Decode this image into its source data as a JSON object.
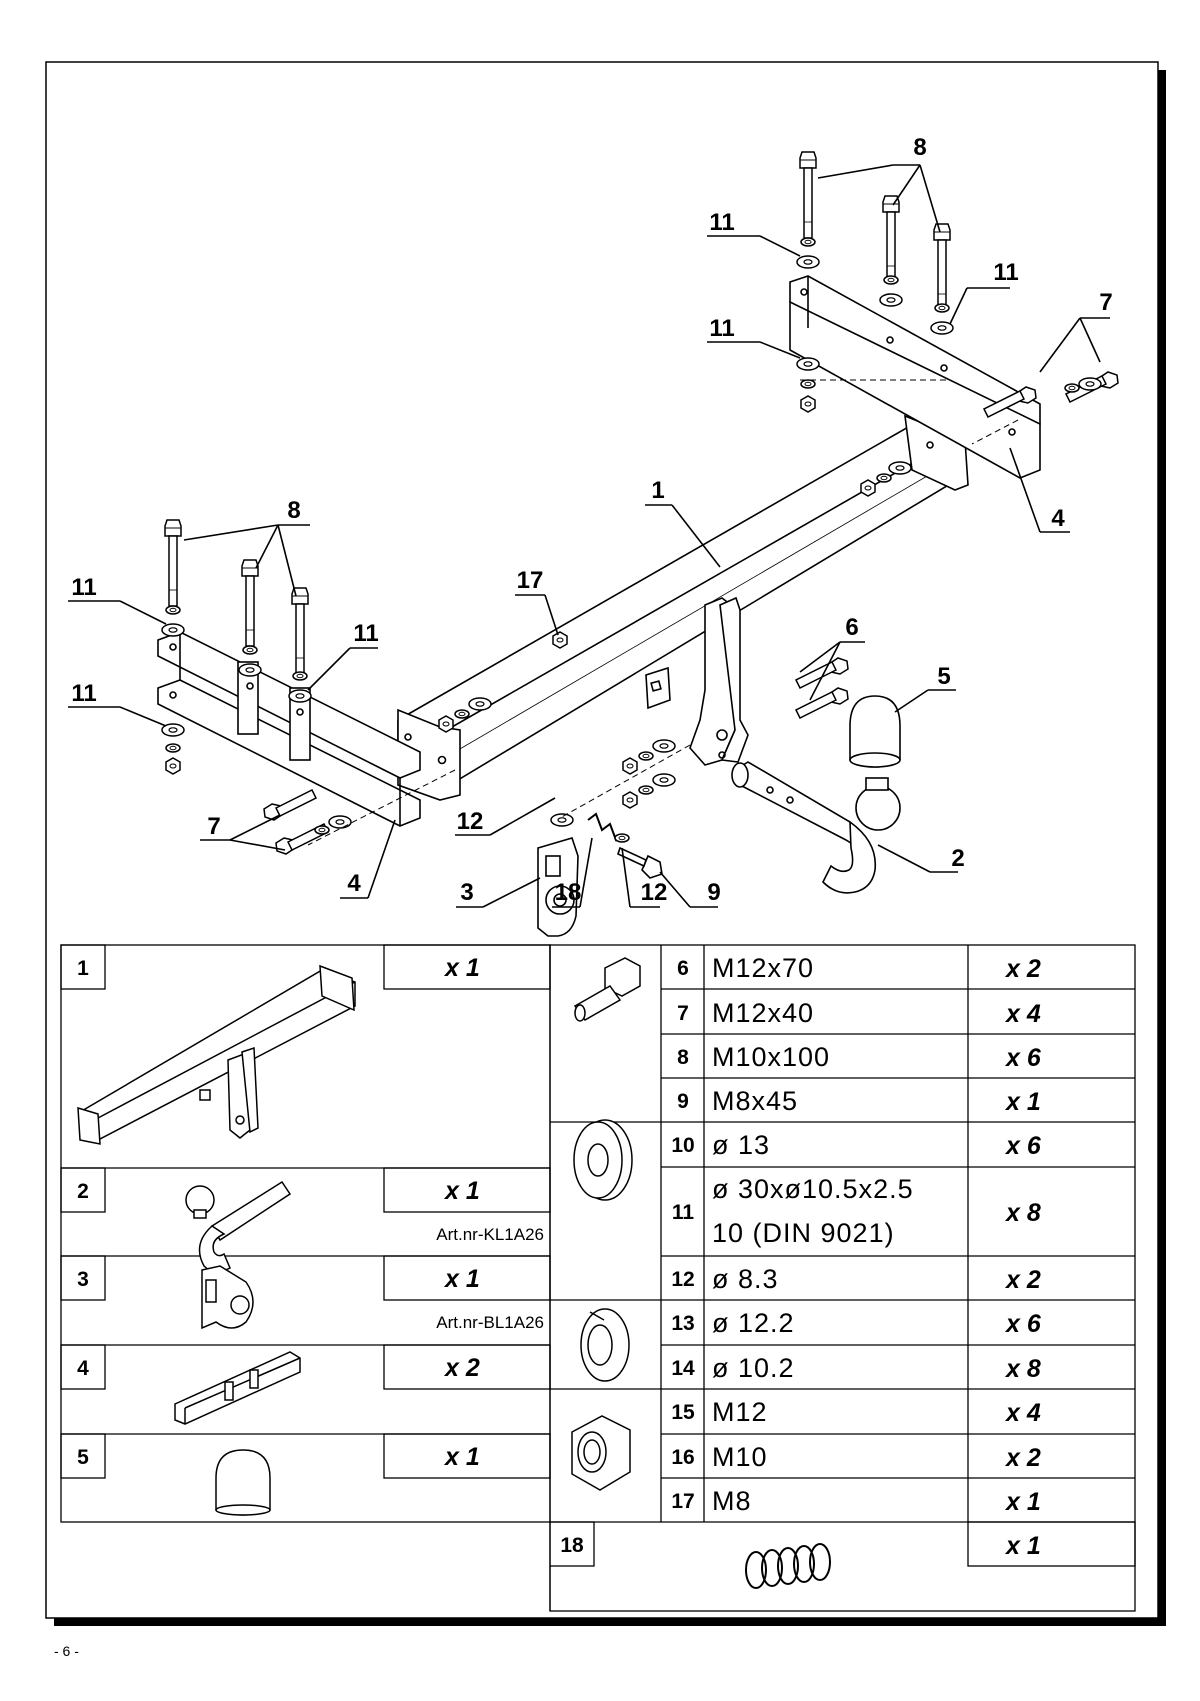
{
  "page_number": "- 6 -",
  "callouts": [
    {
      "id": "c8a",
      "label": "8"
    },
    {
      "id": "c11a",
      "label": "11"
    },
    {
      "id": "c11b",
      "label": "11"
    },
    {
      "id": "c7a",
      "label": "7"
    },
    {
      "id": "c11c",
      "label": "11"
    },
    {
      "id": "c4a",
      "label": "4"
    },
    {
      "id": "c1",
      "label": "1"
    },
    {
      "id": "c8b",
      "label": "8"
    },
    {
      "id": "c11d",
      "label": "11"
    },
    {
      "id": "c17",
      "label": "17"
    },
    {
      "id": "c11e",
      "label": "11"
    },
    {
      "id": "c6",
      "label": "6"
    },
    {
      "id": "c11f",
      "label": "11"
    },
    {
      "id": "c5",
      "label": "5"
    },
    {
      "id": "c7b",
      "label": "7"
    },
    {
      "id": "c12a",
      "label": "12"
    },
    {
      "id": "c2",
      "label": "2"
    },
    {
      "id": "c4b",
      "label": "4"
    },
    {
      "id": "c3",
      "label": "3"
    },
    {
      "id": "c18",
      "label": "18"
    },
    {
      "id": "c12b",
      "label": "12"
    },
    {
      "id": "c9",
      "label": "9"
    }
  ],
  "left_parts": [
    {
      "no": "1",
      "qty": "x 1",
      "art": ""
    },
    {
      "no": "2",
      "qty": "x 1",
      "art": "Art.nr-KL1A26"
    },
    {
      "no": "3",
      "qty": "x 1",
      "art": "Art.nr-BL1A26"
    },
    {
      "no": "4",
      "qty": "x 2",
      "art": ""
    },
    {
      "no": "5",
      "qty": "x 1",
      "art": ""
    }
  ],
  "hardware": [
    {
      "no": "6",
      "spec": "M12x70",
      "qty": "x 2"
    },
    {
      "no": "7",
      "spec": "M12x40",
      "qty": "x 4"
    },
    {
      "no": "8",
      "spec": "M10x100",
      "qty": "x 6"
    },
    {
      "no": "9",
      "spec": "M8x45",
      "qty": "x 1"
    },
    {
      "no": "10",
      "spec": "ø 13",
      "qty": "x 6"
    },
    {
      "no": "11",
      "spec": "ø 30xø10.5x2.5",
      "spec2": "10   (DIN 9021)",
      "qty": "x 8"
    },
    {
      "no": "12",
      "spec": "ø 8.3",
      "qty": "x 2"
    },
    {
      "no": "13",
      "spec": "ø 12.2",
      "qty": "x 6"
    },
    {
      "no": "14",
      "spec": "ø 10.2",
      "qty": "x 8"
    },
    {
      "no": "15",
      "spec": "M12",
      "qty": "x 4"
    },
    {
      "no": "16",
      "spec": "M10",
      "qty": "x 2"
    },
    {
      "no": "17",
      "spec": "M8",
      "qty": "x 1"
    }
  ],
  "spring_part": {
    "no": "18",
    "qty": "x 1"
  },
  "icons": {
    "bolt": "bolt-icon",
    "washer": "washer-icon",
    "spring_washer": "spring-washer-icon",
    "nut": "hex-nut-icon",
    "spring": "spring-icon",
    "towbar": "towbar-icon",
    "towball": "towball-icon",
    "socket_plate": "socket-plate-icon",
    "bracket": "side-bracket-icon",
    "cap": "ball-cap-icon"
  }
}
